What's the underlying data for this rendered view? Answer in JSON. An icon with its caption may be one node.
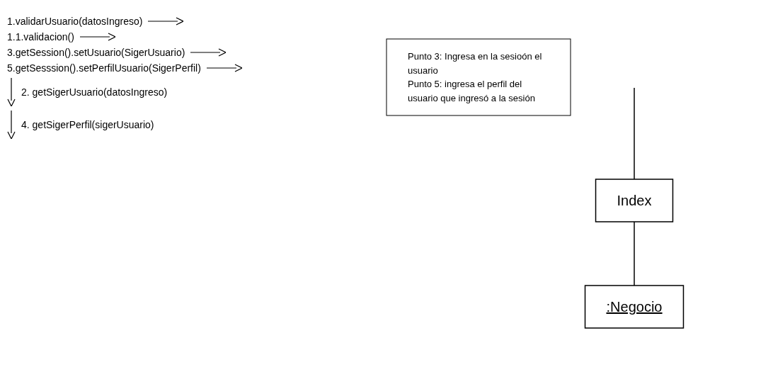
{
  "diagram": {
    "nodes": [
      {
        "text": [
          "Index"
        ]
      },
      {
        "text": [
          "Punto 3: Ingresa en la sesioón el usuario",
          "Punto 5: ingresa el perfil del usuario que ingresó a la sesión"
        ]
      },
      {
        "text": [
          ":Negocio"
        ]
      }
    ],
    "edges": [
      {
        "from": null,
        "to": 0,
        "arrow": "none"
      },
      {
        "from": 0,
        "to": 2,
        "arrow": "none"
      }
    ],
    "labels": [
      "1.validarUsuario(datosIngreso)",
      "1.1.validacion()",
      "3.getSession().setUsuario(SigerUsuario)",
      "5.getSesssion().setPerfilUsuario(SigerPerfil)",
      "2. getSigerUsuario(datosIngreso)",
      "4. getSigerPerfil(sigerUsuario)"
    ]
  }
}
